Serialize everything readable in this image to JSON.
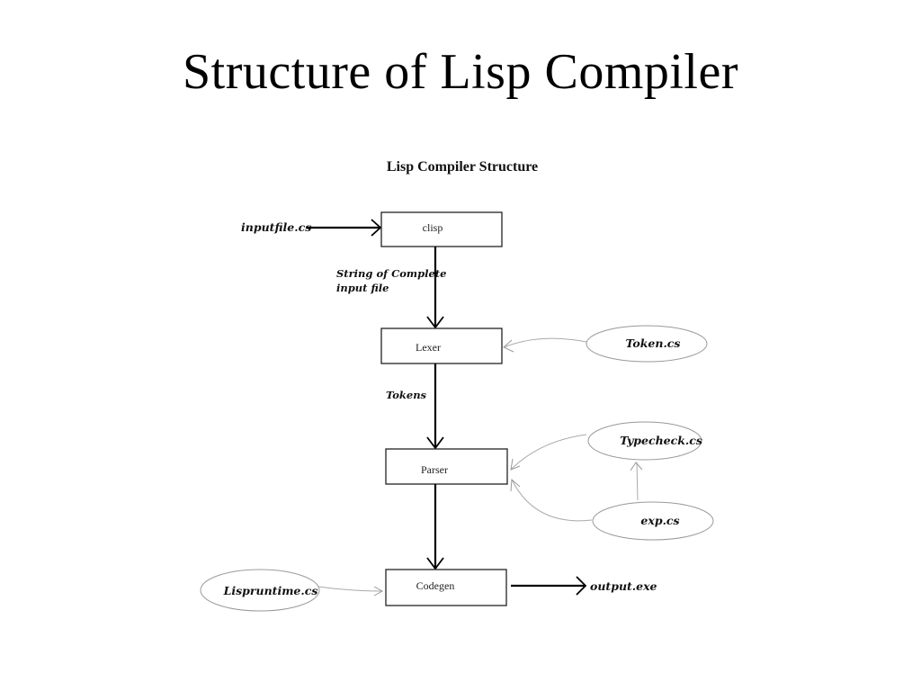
{
  "slide": {
    "title": "Structure of Lisp Compiler"
  },
  "diagram": {
    "title": "Lisp Compiler Structure",
    "boxes": {
      "clisp": "clisp",
      "lexer": "Lexer",
      "parser": "Parser",
      "codegen": "Codegen"
    },
    "inputs": {
      "inputfile": "inputfile.cs",
      "token": "Token.cs",
      "typecheck": "Typecheck.cs",
      "exp": "exp.cs",
      "lispruntime": "Lispruntime.cs"
    },
    "outputs": {
      "output": "output.exe"
    },
    "edge_labels": {
      "clisp_to_lexer_line1": "String of Complete",
      "clisp_to_lexer_line2": "input file",
      "lexer_to_parser": "Tokens"
    },
    "edges": [
      {
        "from": "inputfile.cs",
        "to": "clisp",
        "style": "main"
      },
      {
        "from": "clisp",
        "to": "Lexer",
        "label": "String of Complete input file",
        "style": "main"
      },
      {
        "from": "Token.cs",
        "to": "Lexer",
        "style": "dependency"
      },
      {
        "from": "Lexer",
        "to": "Parser",
        "label": "Tokens",
        "style": "main"
      },
      {
        "from": "Typecheck.cs",
        "to": "Parser",
        "style": "dependency"
      },
      {
        "from": "exp.cs",
        "to": "Parser",
        "style": "dependency"
      },
      {
        "from": "exp.cs",
        "to": "Typecheck.cs",
        "style": "dependency"
      },
      {
        "from": "Parser",
        "to": "Codegen",
        "style": "main"
      },
      {
        "from": "Lispruntime.cs",
        "to": "Codegen",
        "style": "dependency"
      },
      {
        "from": "Codegen",
        "to": "output.exe",
        "style": "main"
      }
    ]
  }
}
